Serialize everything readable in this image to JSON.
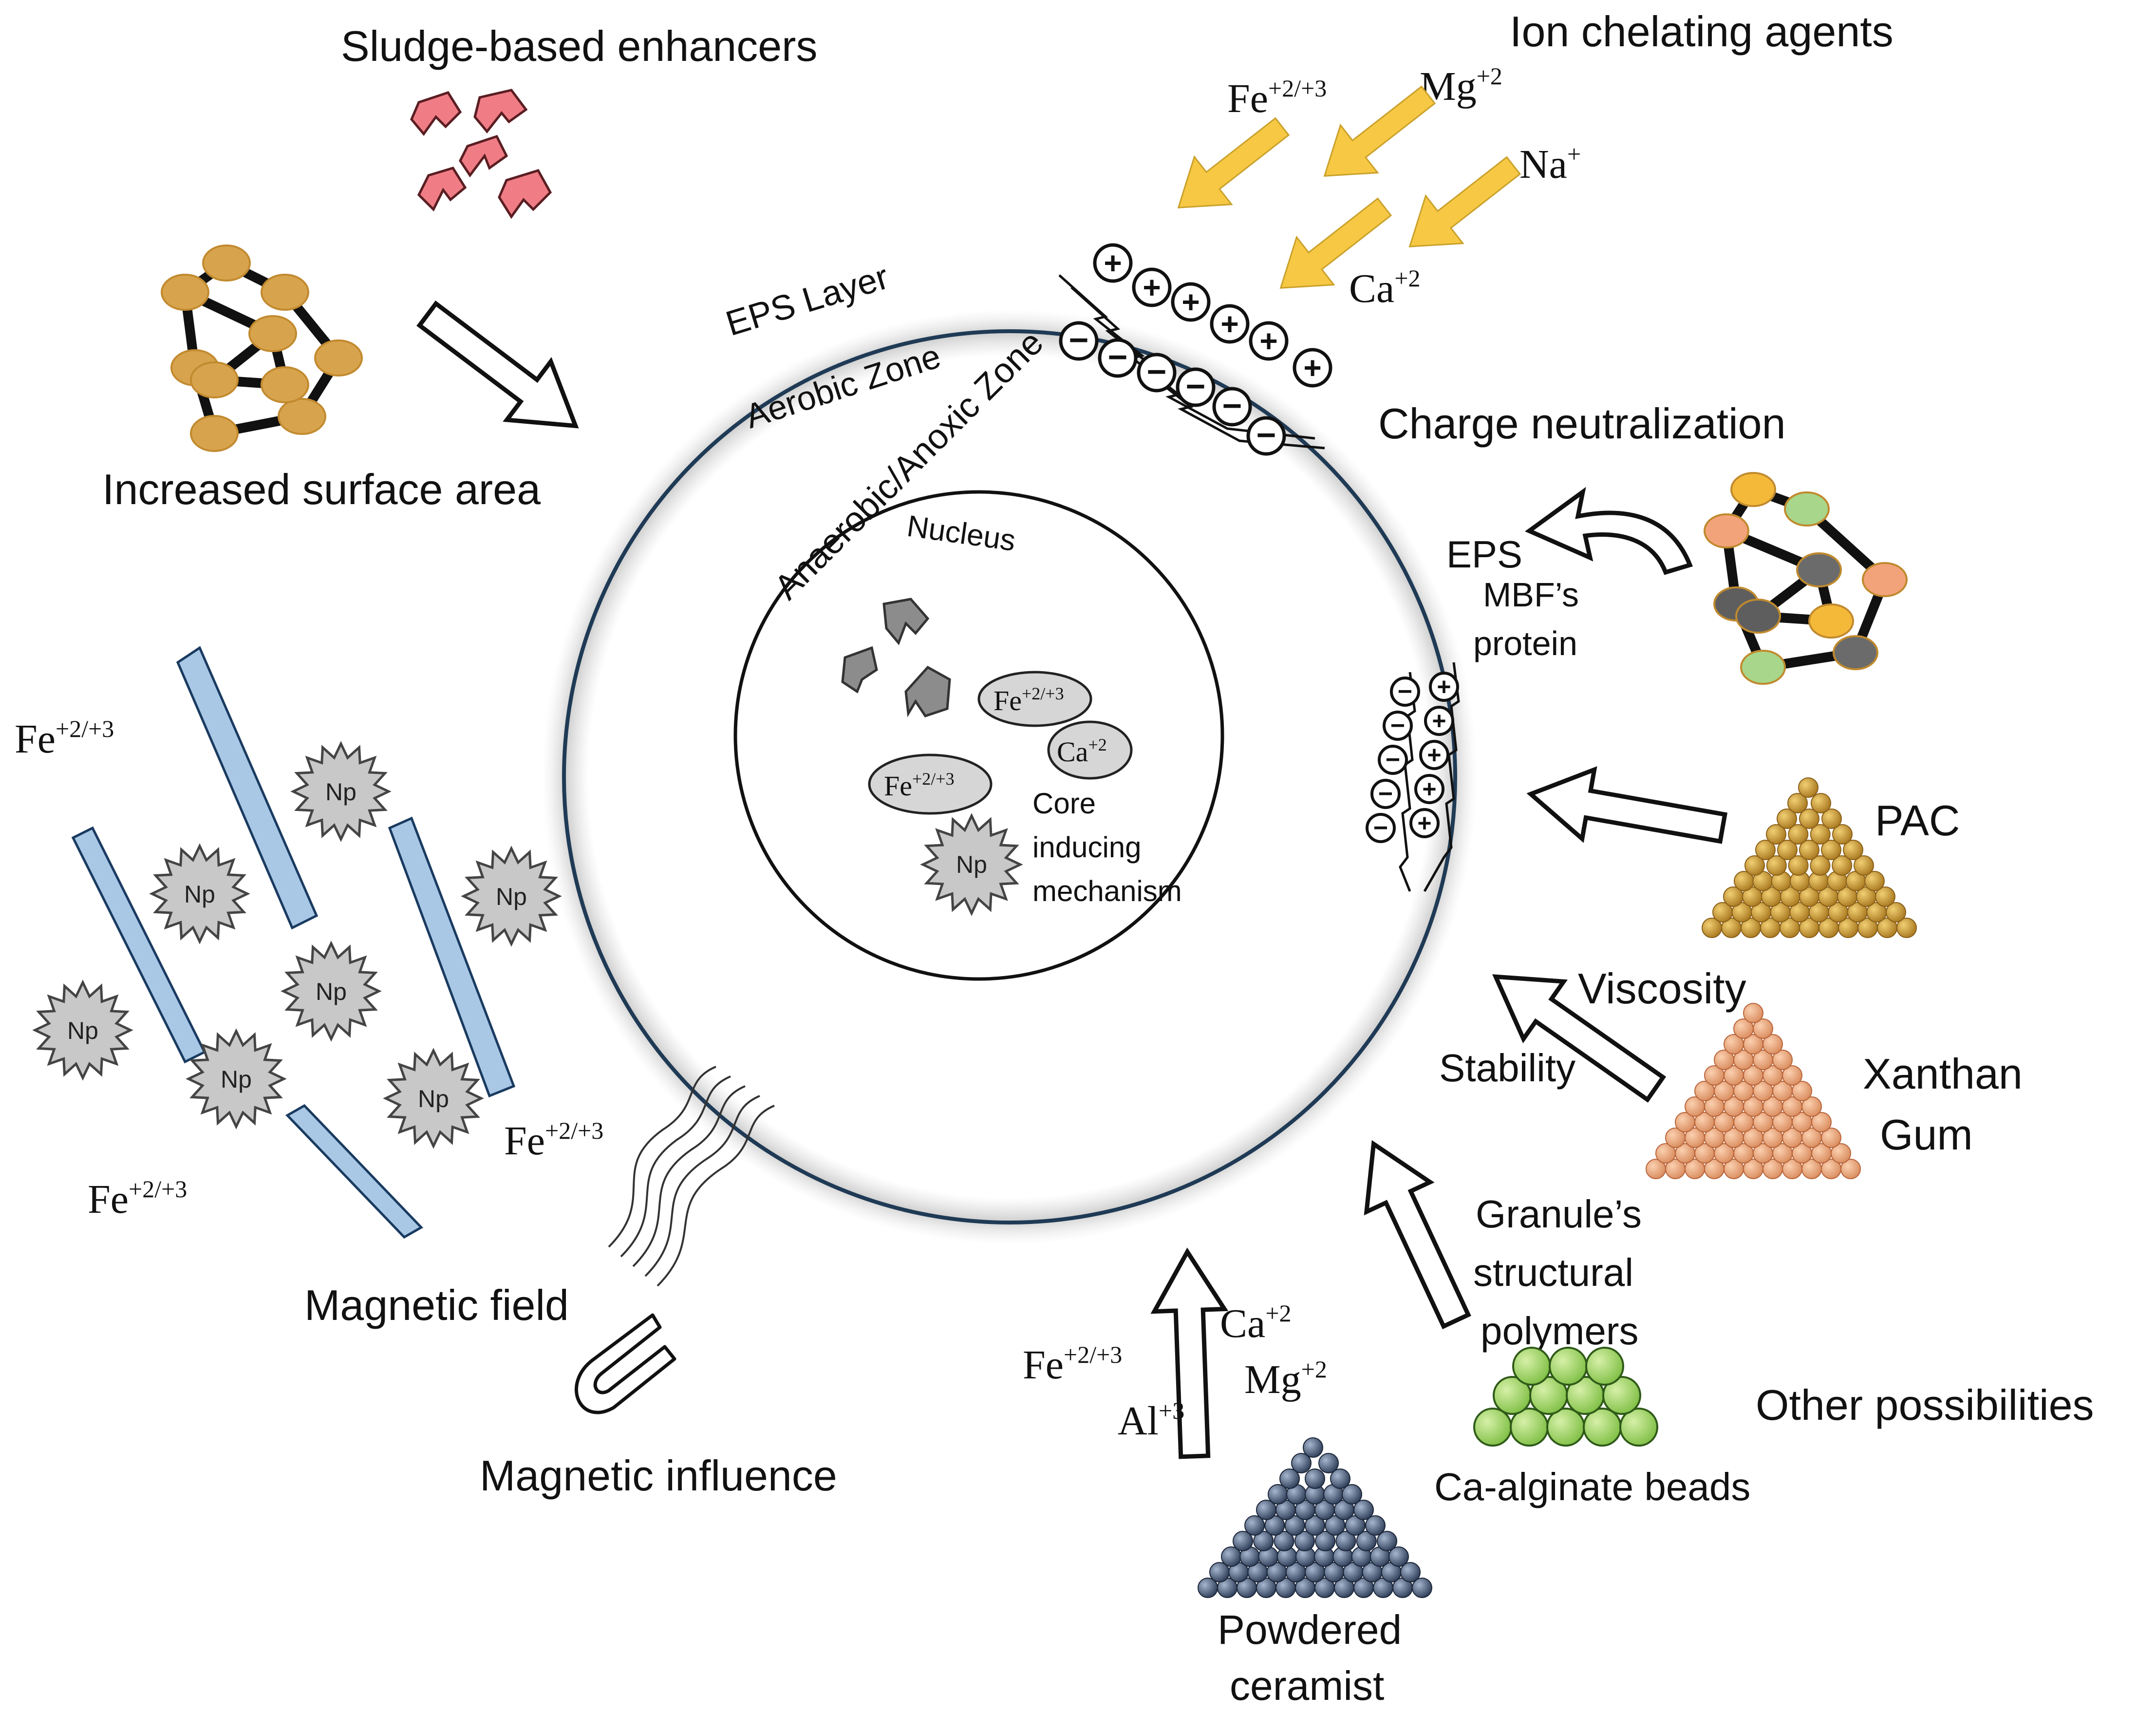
{
  "labels": {
    "sludge_based_enhancers": "Sludge-based enhancers",
    "increased_surface_area": "Increased surface area",
    "ion_chelating_agents": "Ion chelating agents",
    "charge_neutralization": "Charge neutralization",
    "eps_layer": "EPS Layer",
    "aerobic_zone": "Aerobic Zone",
    "anaerobic_anoxic_zone": "Anaerobic/Anoxic Zone",
    "nucleus": "Nucleus",
    "core_inducing_1": "Core",
    "core_inducing_2": "inducing",
    "core_inducing_3": "mechanism",
    "eps": "EPS",
    "mbf_1": "MBF’s",
    "mbf_2": "protein",
    "pac": "PAC",
    "viscosity": "Viscosity",
    "stability": "Stability",
    "xanthan_1": "Xanthan",
    "xanthan_2": "Gum",
    "granule_1": "Granule’s",
    "granule_2": "structural",
    "granule_3": "polymers",
    "other_possibilities": "Other possibilities",
    "ca_alginate_beads": "Ca-alginate beads",
    "powdered_1": "Powdered",
    "powdered_2": "ceramist",
    "magnetic_field": "Magnetic field",
    "magnetic_influence": "Magnetic influence"
  },
  "ions": {
    "fe_base": "Fe",
    "fe_sup": "+2/+3",
    "mg_base": "Mg",
    "mg_sup": "+2",
    "na_base": "Na",
    "na_sup": "+",
    "ca_base": "Ca",
    "ca_sup": "+2",
    "al_base": "Al",
    "al_sup": "+3"
  },
  "np_label": "Np",
  "charge_plus": "+",
  "charge_minus": "−",
  "colors": {
    "circle_stroke": "#1f3a55",
    "sludge_pink": "#f07d86",
    "gold_arrow": "#f6c844",
    "rod_blue": "#a9c8e6",
    "np_gray": "#c8c8c8",
    "node_tan": "#d7a44d",
    "pac_gold": "#c9952f",
    "xanthan_peach": "#f0a878",
    "bead_green": "#9ed46a",
    "ceramic_navy": "#5d6f8a"
  }
}
